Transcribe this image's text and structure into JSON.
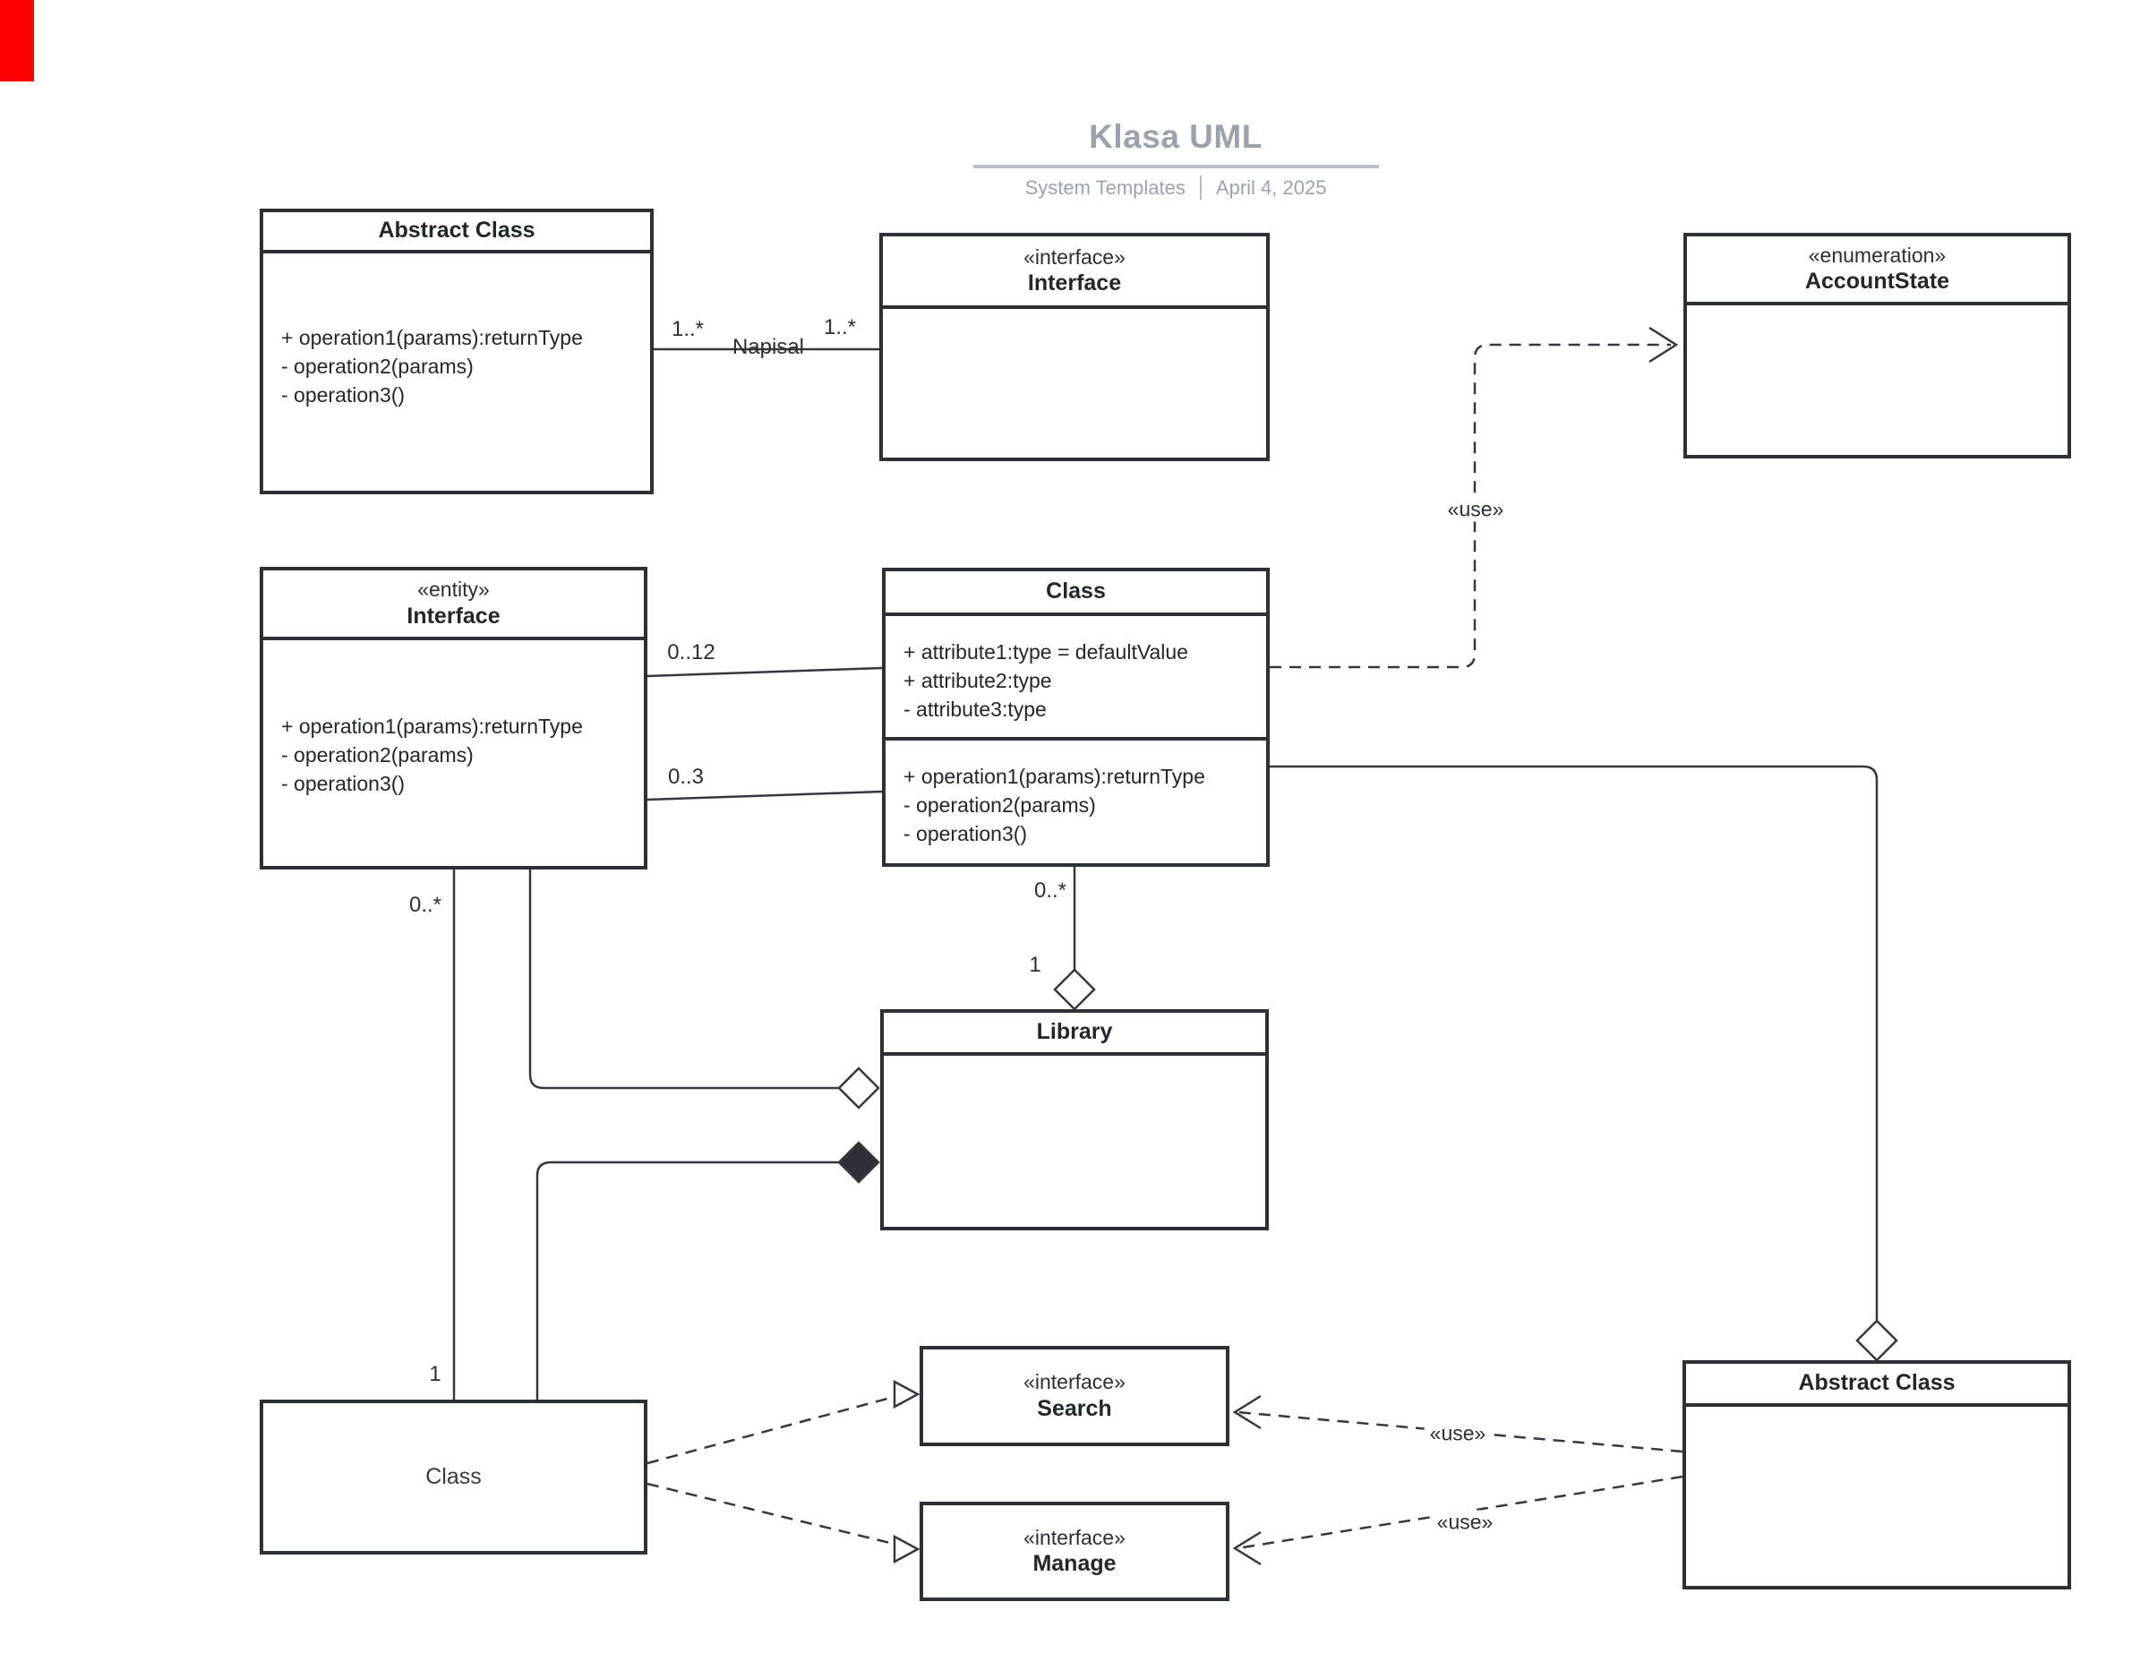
{
  "page": {
    "title": "Klasa UML",
    "subtitle_left": "System Templates",
    "subtitle_right": "April 4, 2025"
  },
  "colors": {
    "accent_red": "#fe0000",
    "title_gray": "#9aa3ad",
    "box_border": "#2d3136",
    "wire": "#34383e"
  },
  "classes": {
    "abstract_top": {
      "title": "Abstract Class",
      "operations": [
        "+ operation1(params):returnType",
        "- operation2(params)",
        "- operation3()"
      ]
    },
    "interface_top": {
      "stereotype": "«interface»",
      "title": "Interface"
    },
    "account_state": {
      "stereotype": "«enumeration»",
      "title": "AccountState"
    },
    "entity_interface": {
      "stereotype": "«entity»",
      "title": "Interface",
      "operations": [
        "+ operation1(params):returnType",
        "- operation2(params)",
        "- operation3()"
      ]
    },
    "class_mid": {
      "title": "Class",
      "attributes": [
        "+ attribute1:type = defaultValue",
        "+ attribute2:type",
        "- attribute3:type"
      ],
      "operations": [
        "+ operation1(params):returnType",
        "- operation2(params)",
        "- operation3()"
      ]
    },
    "library": {
      "title": "Library"
    },
    "class_bottom": {
      "title": "Class"
    },
    "interface_search": {
      "stereotype": "«interface»",
      "title": "Search"
    },
    "interface_manage": {
      "stereotype": "«interface»",
      "title": "Manage"
    },
    "abstract_bottom": {
      "title": "Abstract Class"
    }
  },
  "labels": {
    "assoc_name": "Napisal",
    "mult_writer_left": "1..*",
    "mult_writer_right": "1..*",
    "mult_0_12": "0..12",
    "mult_0_3": "0..3",
    "mult_lib_many": "0..*",
    "mult_lib_one": "1",
    "mult_left_many": "0..*",
    "mult_left_one": "1",
    "use_top": "«use»",
    "use_search": "«use»",
    "use_manage": "«use»"
  }
}
